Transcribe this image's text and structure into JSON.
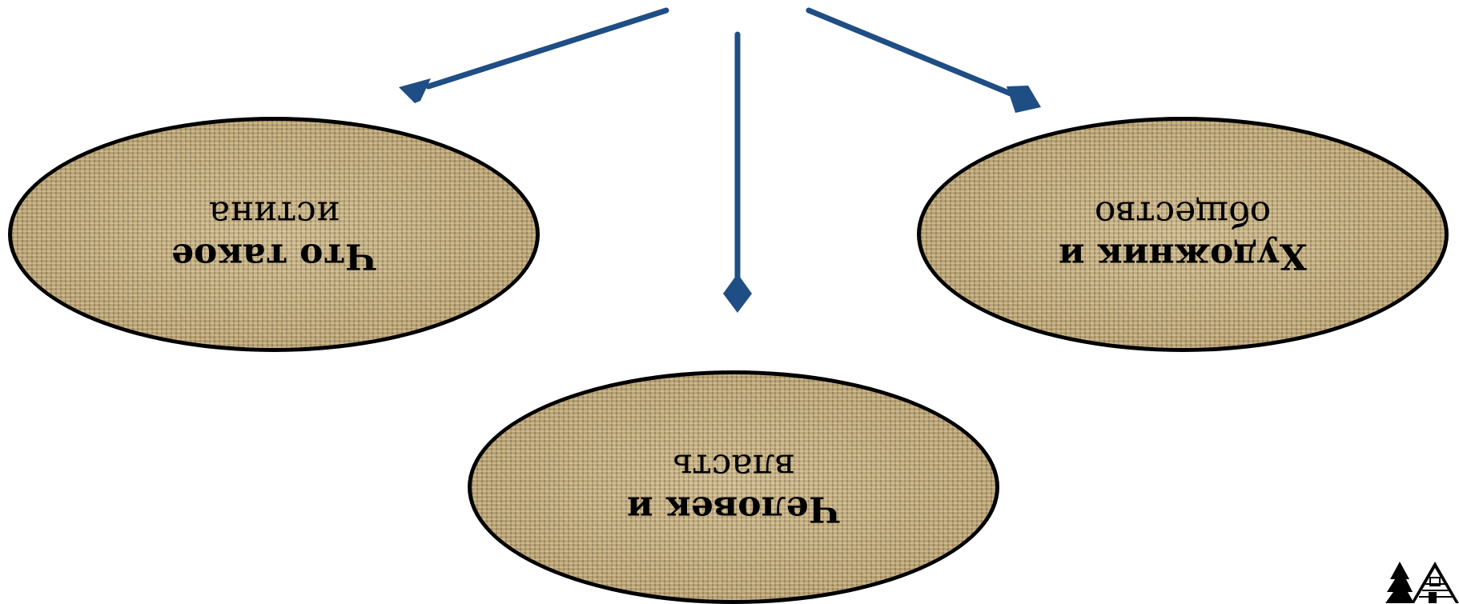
{
  "diagram": {
    "connector_color": "#1f4e85",
    "oval_border_color": "#000000",
    "oval_texture": "burlap",
    "text_orientation": "upside-down",
    "nodes": [
      {
        "id": "left",
        "line1": "Что такое",
        "line2": "истина"
      },
      {
        "id": "bottom",
        "line1": "Человек и",
        "line2": "власть"
      },
      {
        "id": "right",
        "line1": "Художник и",
        "line2": "общество"
      }
    ]
  },
  "corner_logo": {
    "icon": "house-and-tree-icon"
  }
}
